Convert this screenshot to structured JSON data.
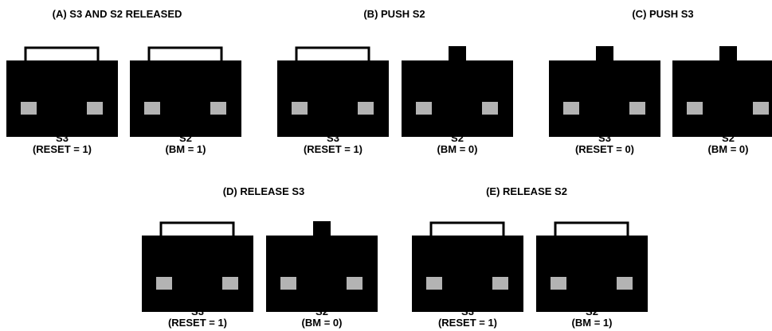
{
  "colors": {
    "switch_body": "#000000",
    "pad": "#b3b3b3",
    "background": "#ffffff"
  },
  "panels": [
    {
      "title": "(A) S3 AND S2 RELEASED",
      "s3": {
        "name": "S3",
        "state": "(RESET = 1)",
        "pressed": false
      },
      "s2": {
        "name": "S2",
        "state": "(BM = 1)",
        "pressed": false
      }
    },
    {
      "title": "(B) PUSH S2",
      "s3": {
        "name": "S3",
        "state": "(RESET = 1)",
        "pressed": false
      },
      "s2": {
        "name": "S2",
        "state": "(BM = 0)",
        "pressed": true
      }
    },
    {
      "title": "(C) PUSH S3",
      "s3": {
        "name": "S3",
        "state": "(RESET = 0)",
        "pressed": true
      },
      "s2": {
        "name": "S2",
        "state": "(BM = 0)",
        "pressed": true
      }
    },
    {
      "title": "(D) RELEASE S3",
      "s3": {
        "name": "S3",
        "state": "(RESET = 1)",
        "pressed": false
      },
      "s2": {
        "name": "S2",
        "state": "(BM = 0)",
        "pressed": true
      }
    },
    {
      "title": "(E) RELEASE S2",
      "s3": {
        "name": "S3",
        "state": "(RESET = 1)",
        "pressed": false
      },
      "s2": {
        "name": "S2",
        "state": "(BM = 1)",
        "pressed": false
      }
    }
  ]
}
